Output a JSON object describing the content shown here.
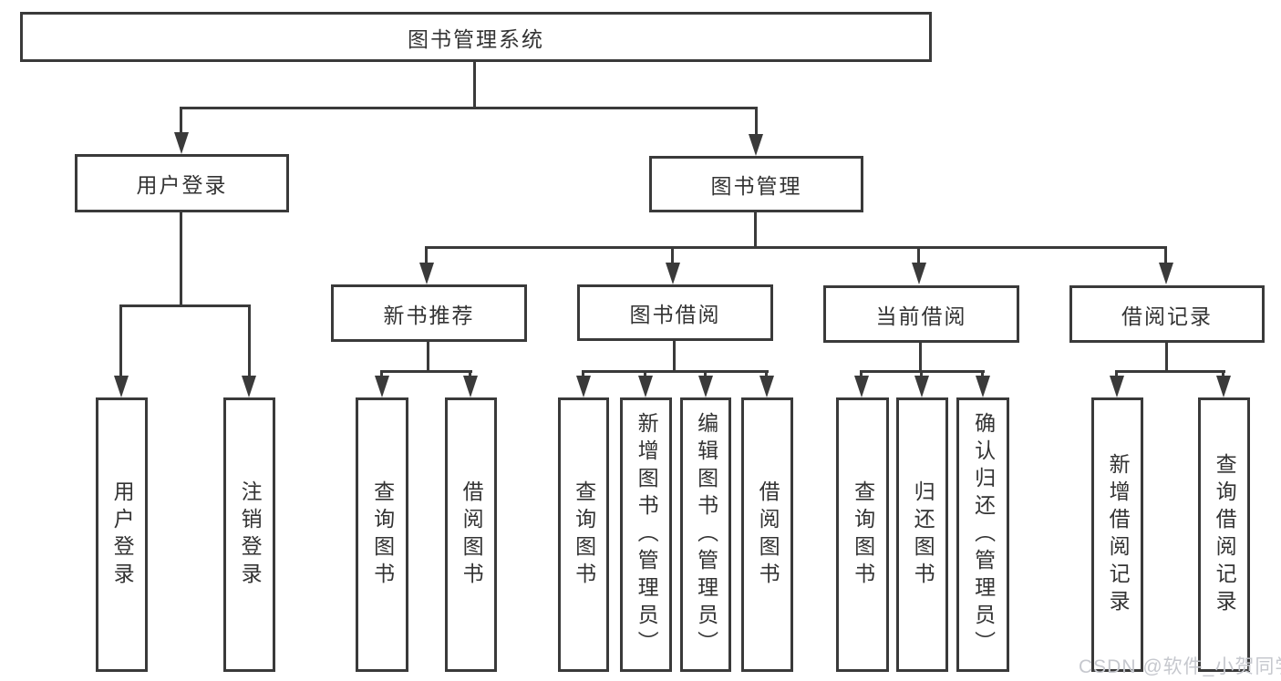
{
  "diagram": {
    "root": {
      "label": "图书管理系统"
    },
    "branches": [
      {
        "label": "用户登录"
      },
      {
        "label": "图书管理"
      }
    ],
    "modules": [
      {
        "label": "新书推荐"
      },
      {
        "label": "图书借阅"
      },
      {
        "label": "当前借阅"
      },
      {
        "label": "借阅记录"
      }
    ],
    "leaf_groups": [
      {
        "parent": "用户登录",
        "items": [
          {
            "label": "用户登录"
          },
          {
            "label": "注销登录"
          }
        ]
      },
      {
        "parent": "新书推荐",
        "items": [
          {
            "label": "查询图书"
          },
          {
            "label": "借阅图书"
          }
        ]
      },
      {
        "parent": "图书借阅",
        "items": [
          {
            "label": "查询图书"
          },
          {
            "label": "新增图书（管理员）"
          },
          {
            "label": "编辑图书（管理员）"
          },
          {
            "label": "借阅图书"
          }
        ]
      },
      {
        "parent": "当前借阅",
        "items": [
          {
            "label": "查询图书"
          },
          {
            "label": "归还图书"
          },
          {
            "label": "确认归还（管理员）"
          }
        ]
      },
      {
        "parent": "借阅记录",
        "items": [
          {
            "label": "新增借阅记录"
          },
          {
            "label": "查询借阅记录"
          }
        ]
      }
    ]
  },
  "watermark": {
    "text": "CSDN @软件_小贺同学"
  },
  "colors": {
    "line": "#3a3a3a",
    "text": "#333333",
    "background": "#ffffff",
    "watermark_text": "#c6c8ce"
  }
}
